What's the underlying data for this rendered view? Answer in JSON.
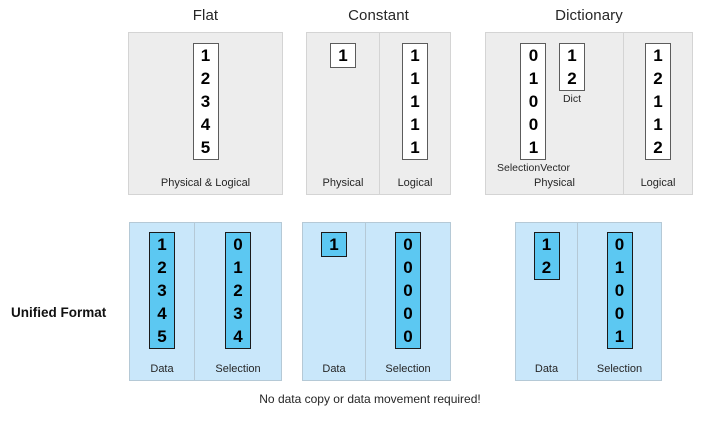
{
  "figure": {
    "row_label": "Unified Format",
    "footer_note": "No data copy or data movement required!"
  },
  "columns": [
    {
      "title": "Flat",
      "physical_logical": {
        "top": {
          "sections": [
            {
              "label": "Physical & Logical",
              "vectors": [
                {
                  "caption": "",
                  "values": [
                    "1",
                    "2",
                    "3",
                    "4",
                    "5"
                  ]
                }
              ]
            }
          ]
        },
        "bottom": {
          "sections": [
            {
              "label": "Data",
              "vectors": [
                {
                  "caption": "",
                  "values": [
                    "1",
                    "2",
                    "3",
                    "4",
                    "5"
                  ]
                }
              ]
            },
            {
              "label": "Selection",
              "vectors": [
                {
                  "caption": "",
                  "values": [
                    "0",
                    "1",
                    "2",
                    "3",
                    "4"
                  ]
                }
              ]
            }
          ]
        }
      }
    },
    {
      "title": "Constant",
      "physical_logical": {
        "top": {
          "sections": [
            {
              "label": "Physical",
              "vectors": [
                {
                  "caption": "",
                  "values": [
                    "1"
                  ]
                }
              ]
            },
            {
              "label": "Logical",
              "vectors": [
                {
                  "caption": "",
                  "values": [
                    "1",
                    "1",
                    "1",
                    "1",
                    "1"
                  ]
                }
              ]
            }
          ]
        },
        "bottom": {
          "sections": [
            {
              "label": "Data",
              "vectors": [
                {
                  "caption": "",
                  "values": [
                    "1"
                  ]
                }
              ]
            },
            {
              "label": "Selection",
              "vectors": [
                {
                  "caption": "",
                  "values": [
                    "0",
                    "0",
                    "0",
                    "0",
                    "0"
                  ]
                }
              ]
            }
          ]
        }
      }
    },
    {
      "title": "Dictionary",
      "physical_logical": {
        "top": {
          "sections": [
            {
              "label": "Physical",
              "vectors": [
                {
                  "caption": "SelectionVector",
                  "values": [
                    "0",
                    "1",
                    "0",
                    "0",
                    "1"
                  ]
                },
                {
                  "caption": "Dict",
                  "values": [
                    "1",
                    "2"
                  ]
                }
              ]
            },
            {
              "label": "Logical",
              "vectors": [
                {
                  "caption": "",
                  "values": [
                    "1",
                    "2",
                    "1",
                    "1",
                    "2"
                  ]
                }
              ]
            }
          ]
        },
        "bottom": {
          "sections": [
            {
              "label": "Data",
              "vectors": [
                {
                  "caption": "",
                  "values": [
                    "1",
                    "2"
                  ]
                }
              ]
            },
            {
              "label": "Selection",
              "vectors": [
                {
                  "caption": "",
                  "values": [
                    "0",
                    "1",
                    "0",
                    "0",
                    "1"
                  ]
                }
              ]
            }
          ]
        }
      }
    }
  ],
  "colors": {
    "panel_gray": "#ededed",
    "panel_blue": "#c9e7fa",
    "vector_cyan": "#5cc8f2",
    "vector_white": "#ffffff",
    "border_gray": "#5c5c5c",
    "border_dark": "#1a1a1a"
  }
}
